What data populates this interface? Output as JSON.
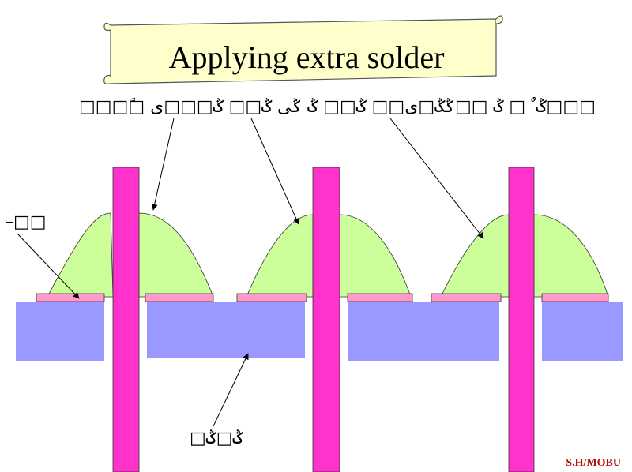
{
  "title": "Applying extra solder",
  "top_label": "□□□□ً ݣ ٌ □ ݣ □□ݣݣ□ی□□ ݣ□□ ݣ ݣی ݣ□□ ݣ□□□ی□□□",
  "left_label": "–□□",
  "bottom_label": "□ݣ□ݣ",
  "credit": "S.H/MOBU",
  "colors": {
    "pin": "#ff33cc",
    "pad": "#ff99cc",
    "board": "#9999ff",
    "solder": "#ccff99",
    "banner": "#ffffcc"
  }
}
